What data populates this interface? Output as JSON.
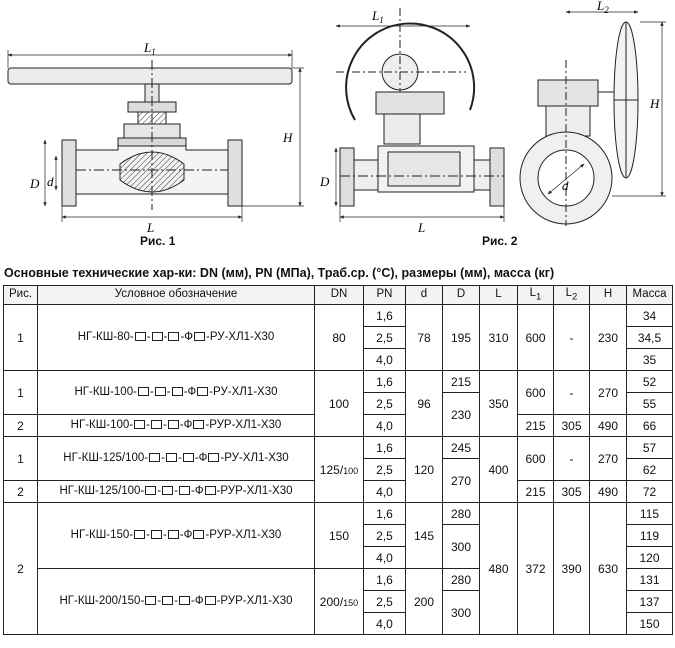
{
  "figures": [
    {
      "caption": "Рис. 1",
      "dims": {
        "l1": "L",
        "l1_sub": "1",
        "h": "H",
        "dD": "D",
        "dd": "d",
        "l": "L"
      }
    },
    {
      "caption": "Рис. 2",
      "dims": {
        "l1": "L",
        "l1_sub": "1",
        "l2": "L",
        "l2_sub": "2",
        "h": "H",
        "dD": "D",
        "dd": "d",
        "l": "L"
      }
    }
  ],
  "table": {
    "title": "Основные технические хар-ки: DN (мм), PN (МПа), Траб.ср. (°С), размеры (мм), масса (кг)",
    "headers": {
      "fig": "Рис.",
      "designation": "Условное обозначение",
      "dn": "DN",
      "pn": "PN",
      "d": "d",
      "D": "D",
      "L": "L",
      "L1": "L",
      "L1_sub": "1",
      "L2": "L",
      "L2_sub": "2",
      "H": "H",
      "mass": "Масса"
    },
    "groups": [
      {
        "fig": "1",
        "designation": "НГ-КШ-80-",
        "suffix": "-РУ-ХЛ1-Х30",
        "dn": "80",
        "d": "78",
        "D": "195",
        "L": "310",
        "L1": "600",
        "L2": "-",
        "H": "230",
        "pn": [
          "1,6",
          "2,5",
          "4,0"
        ],
        "mass": [
          "34",
          "34,5",
          "35"
        ]
      },
      {
        "fig1": "1",
        "fig2": "2",
        "designation1": "НГ-КШ-100-",
        "suffix1": "-РУ-ХЛ1-Х30",
        "designation2": "НГ-КШ-100-",
        "suffix2": "-РУР-ХЛ1-Х30",
        "dn": "100",
        "d": "96",
        "D": [
          "215",
          "230"
        ],
        "L": "350",
        "L1": [
          "600",
          "215"
        ],
        "L2": [
          "-",
          "305"
        ],
        "H": [
          "270",
          "490"
        ],
        "pn": [
          "1,6",
          "2,5",
          "4,0"
        ],
        "mass": [
          "52",
          "55",
          "66"
        ]
      },
      {
        "fig1": "1",
        "fig2": "2",
        "designation1": "НГ-КШ-125/100-",
        "suffix1": "-РУ-ХЛ1-Х30",
        "designation2": "НГ-КШ-125/100-",
        "suffix2": "-РУР-ХЛ1-Х30",
        "dn": "125/",
        "dn_small": "100",
        "d": "120",
        "D": [
          "245",
          "270"
        ],
        "L": "400",
        "L1": [
          "600",
          "215"
        ],
        "L2": [
          "-",
          "305"
        ],
        "H": [
          "270",
          "490"
        ],
        "pn": [
          "1,6",
          "2,5",
          "4,0"
        ],
        "mass": [
          "57",
          "62",
          "72"
        ]
      },
      {
        "fig": "2",
        "L": "480",
        "L1": "372",
        "L2": "390",
        "H": "630",
        "sub": [
          {
            "designation": "НГ-КШ-150-",
            "suffix": "-РУР-ХЛ1-Х30",
            "dn": "150",
            "d": "145",
            "D": [
              "280",
              "300"
            ],
            "pn": [
              "1,6",
              "2,5",
              "4,0"
            ],
            "mass": [
              "115",
              "119",
              "120"
            ]
          },
          {
            "designation": "НГ-КШ-200/150-",
            "suffix": "-РУР-ХЛ1-Х30",
            "dn": "200/",
            "dn_small": "150",
            "d": "200",
            "D": [
              "280",
              "300"
            ],
            "pn": [
              "1,6",
              "2,5",
              "4,0"
            ],
            "mass": [
              "131",
              "137",
              "150"
            ]
          }
        ]
      }
    ]
  }
}
